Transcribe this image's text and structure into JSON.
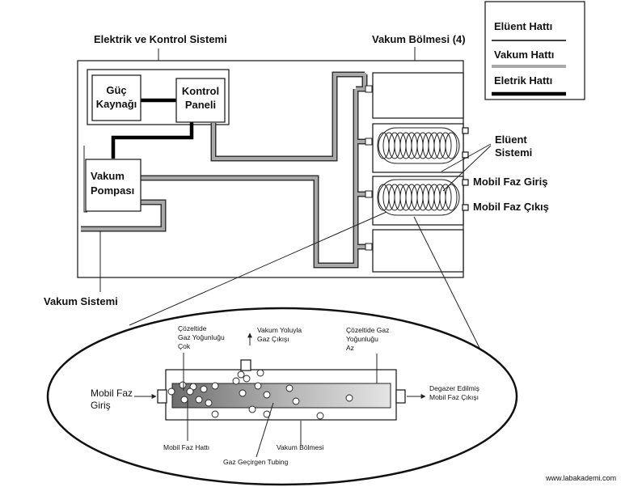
{
  "labels": {
    "electrical_control_system": "Elektrik ve Kontrol Sistemi",
    "vacuum_chamber": "Vakum Bölmesi (4)",
    "power_supply_line1": "Güç",
    "power_supply_line2": "Kaynağı",
    "control_panel_line1": "Kontrol",
    "control_panel_line2": "Paneli",
    "vacuum_pump_line1": "Vakum",
    "vacuum_pump_line2": "Pompası",
    "eluent_system_line1": "Elüent",
    "eluent_system_line2": "Sistemi",
    "mobile_phase_in": "Mobil Faz Giriş",
    "mobile_phase_out": "Mobil Faz Çıkış",
    "vacuum_system": "Vakum Sistemi"
  },
  "legend": {
    "eluent_line": "Elüent Hattı",
    "vacuum_line": "Vakum Hattı",
    "electric_line": "Eletrik Hattı"
  },
  "detail": {
    "mobile_phase_inlet_line1": "Mobil Faz",
    "mobile_phase_inlet_line2": "Giriş",
    "high_gas_line1": "Çözeltide",
    "high_gas_line2": "Gaz Yoğunluğu",
    "high_gas_line3": "Çok",
    "vacuum_gas_outlet_line1": "Vakum Yoluyla",
    "vacuum_gas_outlet_line2": "Gaz Çıkışı",
    "low_gas_line1": "Çözeltide Gaz",
    "low_gas_line2": "Yoğunluğu",
    "low_gas_line3": "Az",
    "degassed_outlet_line1": "Degazer Edilmiş",
    "degassed_outlet_line2": "Mobil Faz Çıkışı",
    "mobile_phase_line": "Mobil Faz Hattı",
    "vacuum_chamber": "Vakum Bölmesi",
    "gas_permeable_tubing": "Gaz Geçirgen Tubing"
  },
  "watermark": "www.labakademi.com",
  "colors": {
    "vacuum_line": "#a9a9a9",
    "outline": "#222222",
    "electric_line": "#000000"
  }
}
